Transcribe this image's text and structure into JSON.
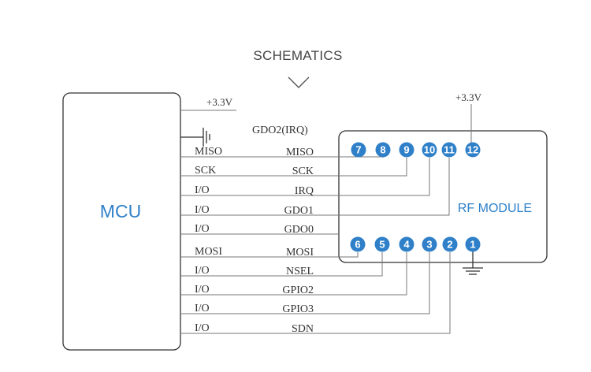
{
  "title": "SCHEMATICS",
  "mcu_label": "MCU",
  "rf_label": "RF MODULE",
  "mcu_supply": "+3.3V",
  "rf_supply": "+3.3V",
  "gdo2_label": "GDO2(IRQ)",
  "colors": {
    "accent": "#2f80c8",
    "line": "#777777",
    "text": "#333333"
  },
  "signals": [
    {
      "left": "MISO",
      "right": "MISO",
      "pin": "8"
    },
    {
      "left": "SCK",
      "right": "SCK",
      "pin": "9"
    },
    {
      "left": "I/O",
      "right": "IRQ",
      "pin": "10"
    },
    {
      "left": "I/O",
      "right": "GDO1",
      "pin": "11"
    },
    {
      "left": "I/O",
      "right": "GDO0",
      "pin": ""
    },
    {
      "left": "MOSI",
      "right": "MOSI",
      "pin": "6"
    },
    {
      "left": "I/O",
      "right": "NSEL",
      "pin": "5"
    },
    {
      "left": "I/O",
      "right": "GPIO2",
      "pin": "4"
    },
    {
      "left": "I/O",
      "right": "GPIO3",
      "pin": "3"
    },
    {
      "left": "I/O",
      "right": "SDN",
      "pin": "2"
    }
  ],
  "top_pins": [
    "7",
    "8",
    "9",
    "10",
    "11",
    "12"
  ],
  "bottom_pins": [
    "6",
    "5",
    "4",
    "3",
    "2",
    "1"
  ]
}
